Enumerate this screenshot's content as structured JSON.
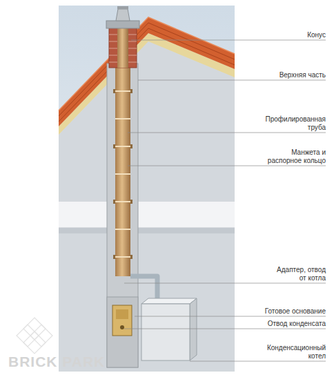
{
  "diagram": {
    "labels": [
      "Конус",
      "Верхняя часть",
      "Профилированная труба",
      "Манжета и распорное кольцо",
      "Адаптер, отвод от котла",
      "Готовое основание",
      "Отвод конденсата",
      "Конденсационный котел",
      "BRICK PARK"
    ]
  }
}
